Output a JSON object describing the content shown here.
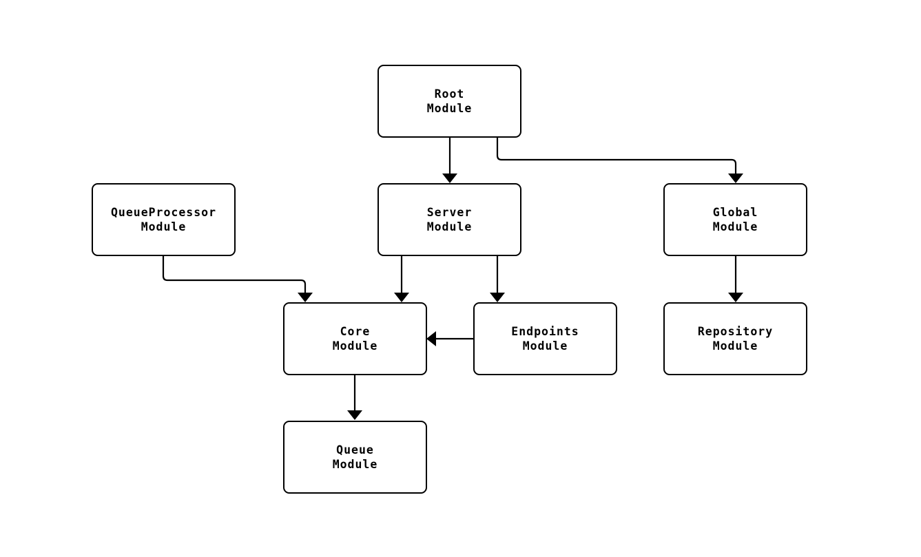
{
  "diagram": {
    "type": "module-dependency-graph",
    "background_color": "#ffffff",
    "node_style": {
      "fill": "#ffffff",
      "border_color": "#000000",
      "text_color": "#000000",
      "shape": "rounded-rectangle"
    },
    "edge_style": {
      "line_color": "#000000",
      "arrowhead": "solid-triangle"
    },
    "nodes": [
      {
        "id": "root",
        "label": "Root\nModule"
      },
      {
        "id": "queueprocessor",
        "label": "QueueProcessor\nModule"
      },
      {
        "id": "server",
        "label": "Server\nModule"
      },
      {
        "id": "global",
        "label": "Global\nModule"
      },
      {
        "id": "core",
        "label": "Core\nModule"
      },
      {
        "id": "endpoints",
        "label": "Endpoints\nModule"
      },
      {
        "id": "repository",
        "label": "Repository\nModule"
      },
      {
        "id": "queue",
        "label": "Queue\nModule"
      }
    ],
    "edges": [
      {
        "from": "Root Module",
        "to": "Server Module"
      },
      {
        "from": "Root Module",
        "to": "Global Module"
      },
      {
        "from": "QueueProcessor Module",
        "to": "Core Module"
      },
      {
        "from": "Server Module",
        "to": "Core Module"
      },
      {
        "from": "Server Module",
        "to": "Endpoints Module"
      },
      {
        "from": "Endpoints Module",
        "to": "Core Module"
      },
      {
        "from": "Global Module",
        "to": "Repository Module"
      },
      {
        "from": "Core Module",
        "to": "Queue Module"
      }
    ]
  }
}
